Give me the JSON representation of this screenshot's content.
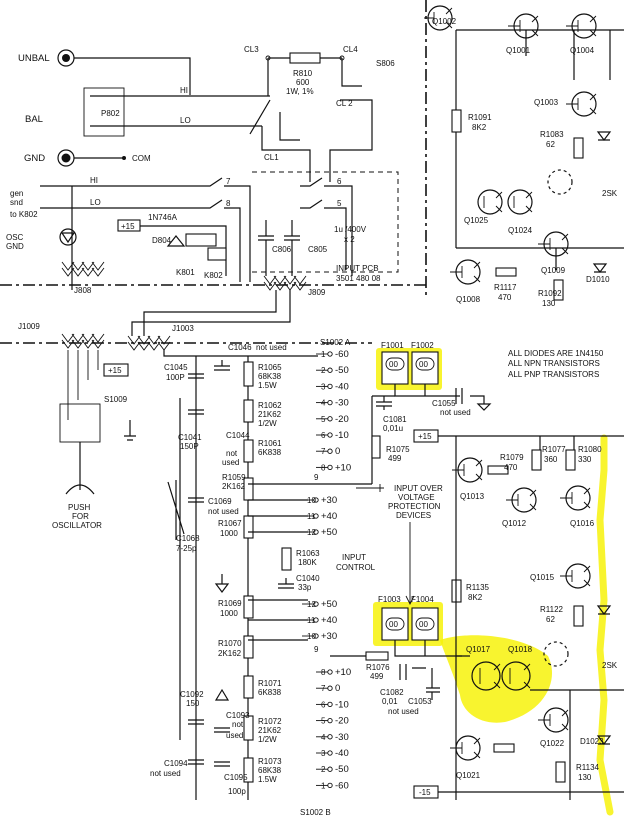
{
  "left": {
    "unbal": "UNBAL",
    "bal": "BAL",
    "gnd": "GND",
    "com": "COM",
    "p802": "P802",
    "hi": "HI",
    "lo": "LO",
    "gen_snd_1": "gen",
    "gen_snd_2": "snd",
    "to_k802": "to K802",
    "osc_gnd_1": "OSC",
    "osc_gnd_2": "GND",
    "push_1": "PUSH",
    "push_2": "FOR",
    "push_3": "OSCILLATOR",
    "s1009": "S1009",
    "j1009": "J1009",
    "j808": "J808",
    "plus15": "+15"
  },
  "top": {
    "cl3": "CL3",
    "cl4": "CL4",
    "cl1": "CL1",
    "cl2": "CL 2",
    "r810_1": "R810",
    "r810_2": "600",
    "r810_3": "1W, 1%",
    "s806": "S806",
    "d804": "D804",
    "zener": "1N746A",
    "plus15": "+15",
    "k801": "K801",
    "k802": "K802",
    "c806": "C806",
    "c805": "C805",
    "cap_val_1": "1u /400V",
    "cap_val_2": "x 2",
    "pcb_1": "INPUT PCB",
    "pcb_2": "3501 480 08",
    "j809": "J809",
    "j1003": "J1003"
  },
  "ladder": {
    "s1002a": "S1002 A",
    "s1002b": "S1002 B",
    "c1046": "C1046",
    "not_used": "not used",
    "c1045_1": "C1045",
    "c1045_2": "100P",
    "r1065_1": "R1065",
    "r1065_2": "68K38",
    "r1065_3": "1.5W",
    "r1062_1": "R1062",
    "r1062_2": "21K62",
    "r1062_3": "1/2W",
    "c1041_1": "C1041",
    "c1041_2": "150P",
    "c1044": "C1044",
    "r1061_1": "R1061",
    "r1061_2": "6K838",
    "r1059_1": "R1059",
    "r1059_2": "2K162",
    "c1069": "C1069",
    "r1067_1": "R1067",
    "r1067_2": "1000",
    "c1068_1": "C1068",
    "c1068_2": "7-25p",
    "r1063_1": "R1063",
    "r1063_2": "180K",
    "c1040_1": "C1040",
    "c1040_2": "33p",
    "r1069_1": "R1069",
    "r1069_2": "1000",
    "r1070_1": "R1070",
    "r1070_2": "2K162",
    "r1071_1": "R1071",
    "r1071_2": "6K838",
    "c1092_1": "C1092",
    "c1092_2": "150",
    "c1093": "C1093",
    "r1072_1": "R1072",
    "r1072_2": "21K62",
    "r1072_3": "1/2W",
    "c1094": "C1094",
    "c1095": "C1095",
    "c1095_val": "100p",
    "r1073_1": "R1073",
    "r1073_2": "68K38",
    "r1073_3": "1.5W",
    "input_control_1": "INPUT",
    "input_control_2": "CONTROL",
    "taps_a": [
      "-60",
      "-50",
      "-40",
      "-30",
      "-20",
      "-10",
      "0",
      "+10"
    ],
    "taps_a2": [
      "+30",
      "+40",
      "+50"
    ],
    "taps_b2": [
      "+50",
      "+40",
      "+30"
    ],
    "taps_b": [
      "+10",
      "0",
      "-10",
      "-20",
      "-30",
      "-40",
      "-50",
      "-60"
    ],
    "nums_a": [
      "1",
      "2",
      "3",
      "4",
      "5",
      "6",
      "7",
      "8"
    ],
    "nums_a2": [
      "10",
      "11",
      "12"
    ],
    "nums_b2": [
      "12",
      "11",
      "10"
    ],
    "nums_b": [
      "8",
      "7",
      "6",
      "5",
      "4",
      "3",
      "2",
      "1"
    ],
    "nine": "9"
  },
  "protection": {
    "f1001": "F1001",
    "f1002": "F1002",
    "f1003": "F1003",
    "f1004": "F1004",
    "c1055": "C1055",
    "c1081_1": "C1081",
    "c1081_2": "0,01u",
    "r1075_1": "R1075",
    "r1075_2": "499",
    "r1076_1": "R1076",
    "r1076_2": "499",
    "c1082_1": "C1082",
    "c1082_2": "0,01",
    "c1053": "C1053",
    "label_1": "INPUT OVER",
    "label_2": "VOLTAGE",
    "label_3": "PROTECTION",
    "label_4": "DEVICES",
    "plus15": "+15",
    "minus15": "-15"
  },
  "notes": {
    "n1": "ALL DIODES ARE 1N4150",
    "n2": "ALL NPN TRANSISTORS",
    "n3": "ALL PNP TRANSISTORS"
  },
  "right": {
    "q1002": "Q1002",
    "q1001": "Q1001",
    "q1004": "Q1004",
    "q1003": "Q1003",
    "r1091_1": "R1091",
    "r1091_2": "8K2",
    "r1083_1": "R1083",
    "r1083_2": "62",
    "q1025": "Q1025",
    "q1024": "Q1024",
    "q1009": "Q1009",
    "q1008": "Q1008",
    "r1117_1": "R1117",
    "r1117_2": "470",
    "r1092_1": "R1092",
    "r1092_2": "130",
    "d1010": "D1010",
    "twosk_1": "2SK",
    "q1013": "Q1013",
    "q1012": "Q1012",
    "q1016": "Q1016",
    "r1079_1": "R1079",
    "r1079_2": "470",
    "r1077_1": "R1077",
    "r1077_2": "360",
    "r1080_1": "R1080",
    "r1080_2": "330",
    "r1135_1": "R1135",
    "r1135_2": "8K2",
    "q1015": "Q1015",
    "r1122_1": "R1122",
    "r1122_2": "62",
    "q1017": "Q1017",
    "q1018": "Q1018",
    "twosk_2": "2SK",
    "q1022": "Q1022",
    "q1021": "Q1021",
    "r1134_1": "R1134",
    "r1134_2": "130",
    "d1023": "D1023"
  }
}
